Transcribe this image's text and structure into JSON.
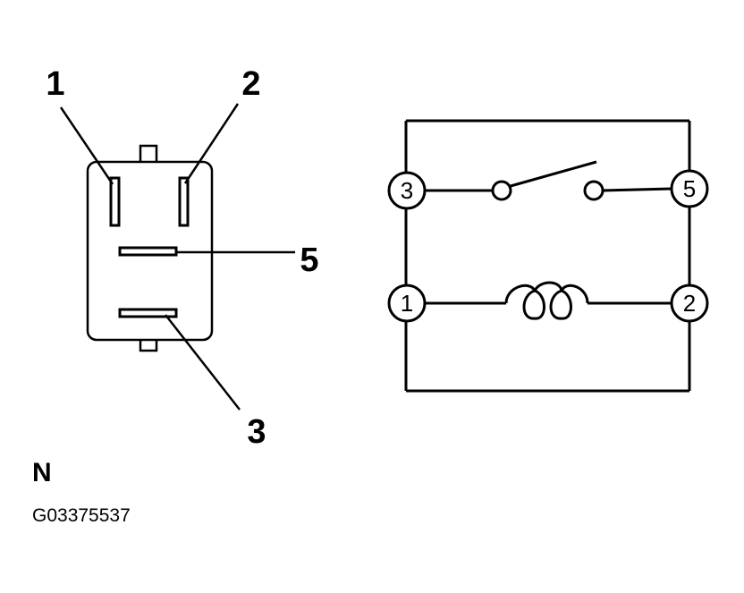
{
  "connector": {
    "terminal_callouts": [
      "1",
      "2",
      "5",
      "3"
    ]
  },
  "schematic": {
    "nodes": [
      "3",
      "5",
      "1",
      "2"
    ],
    "elements": [
      "switch-contact",
      "relay-coil"
    ]
  },
  "caption": {
    "view_letter": "N",
    "figure_code": "G03375537"
  }
}
